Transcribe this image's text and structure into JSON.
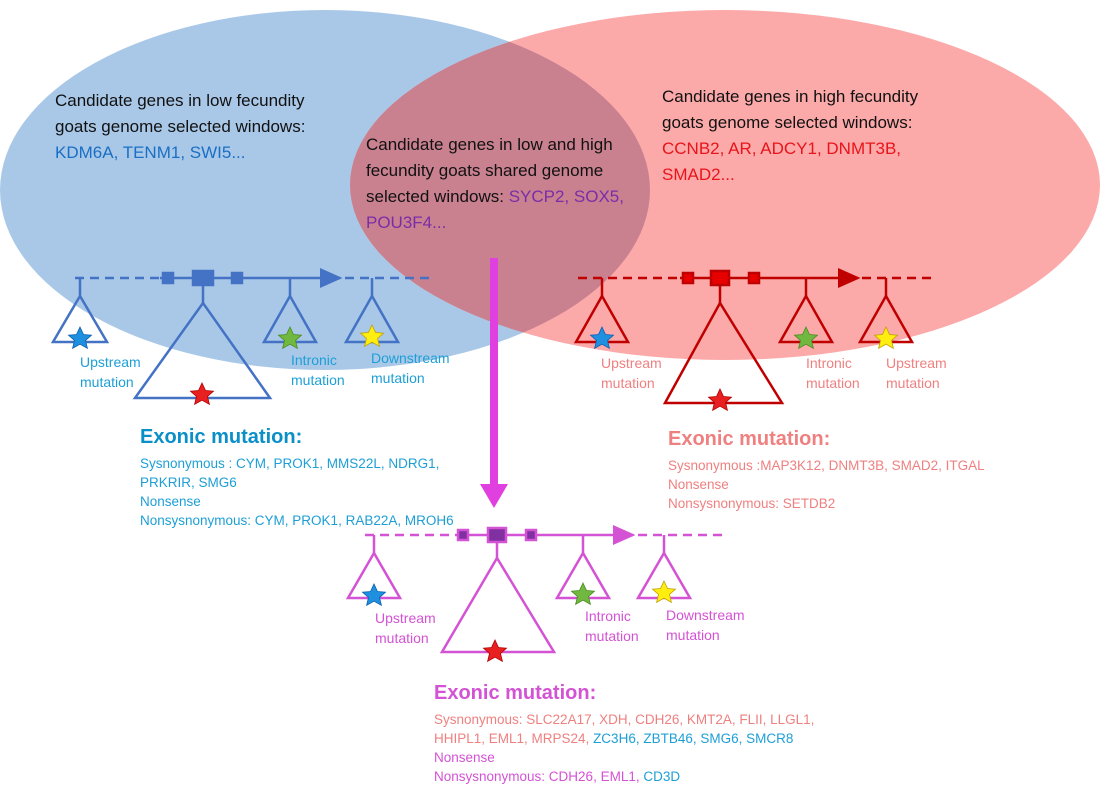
{
  "venn": {
    "low": {
      "text": "Candidate genes in low fecundity",
      "text2": "goats genome selected windows:",
      "genes": "KDM6A, TENM1, SWI5..."
    },
    "shared": {
      "text": "Candidate genes in low and high",
      "text2": "fecundity goats shared genome",
      "text3": "selected windows: ",
      "genes1": "SYCP2, SOX5,",
      "genes2": "POU3F4..."
    },
    "high": {
      "text": "Candidate genes in high fecundity",
      "text2": "goats genome selected windows:",
      "genes1": "CCNB2, AR, ADCY1, DNMT3B,",
      "genes2": "SMAD2..."
    }
  },
  "low_panel": {
    "upstream1": "Upstream",
    "upstream2": "mutation",
    "intronic1": "Intronic",
    "intronic2": "mutation",
    "downstream1": "Downstream",
    "downstream2": "mutation",
    "exonic_title": "Exonic mutation:",
    "syn1": "Sysnonymous : CYM, PROK1, MMS22L, NDRG1,",
    "syn2": "PRKRIR, SMG6",
    "nonsense": "Nonsense",
    "nonsyn": "Nonsysnonymous: CYM, PROK1, RAB22A, MROH6"
  },
  "high_panel": {
    "upstream1": "Upstream",
    "upstream2": "mutation",
    "intronic1": "Intronic",
    "intronic2": "mutation",
    "downstream1": "Upstream",
    "downstream2": "mutation",
    "exonic_title": "Exonic mutation:",
    "syn": "Sysnonymous :MAP3K12,  DNMT3B, SMAD2, ITGAL",
    "nonsense": "Nonsense",
    "nonsyn": "Nonsysnonymous: SETDB2"
  },
  "shared_panel": {
    "upstream1": "Upstream",
    "upstream2": "mutation",
    "intronic1": "Intronic",
    "intronic2": "mutation",
    "downstream1": "Downstream",
    "downstream2": "mutation",
    "exonic_title": "Exonic mutation:",
    "syn_a": "Sysnonymous: SLC22A17, XDH, CDH26, KMT2A, FLII, LLGL1,",
    "syn_b1": "HHIPL1, EML1, MRPS24, ",
    "syn_b2": "ZC3H6, ZBTB46, SMG6, SMCR8",
    "nonsense": "Nonsense",
    "nonsyn_a": "Nonsysnonymous: CDH26, EML1, ",
    "nonsyn_b": "CD3D"
  },
  "colors": {
    "blue_circle": "#a9c8e8",
    "red_circle": "#fca9a9",
    "overlap": "#c9808f",
    "blue_gene": "#4472c4",
    "red_gene": "#c00000",
    "magenta_gene": "#d452d4",
    "arrow": "#e040e0"
  }
}
